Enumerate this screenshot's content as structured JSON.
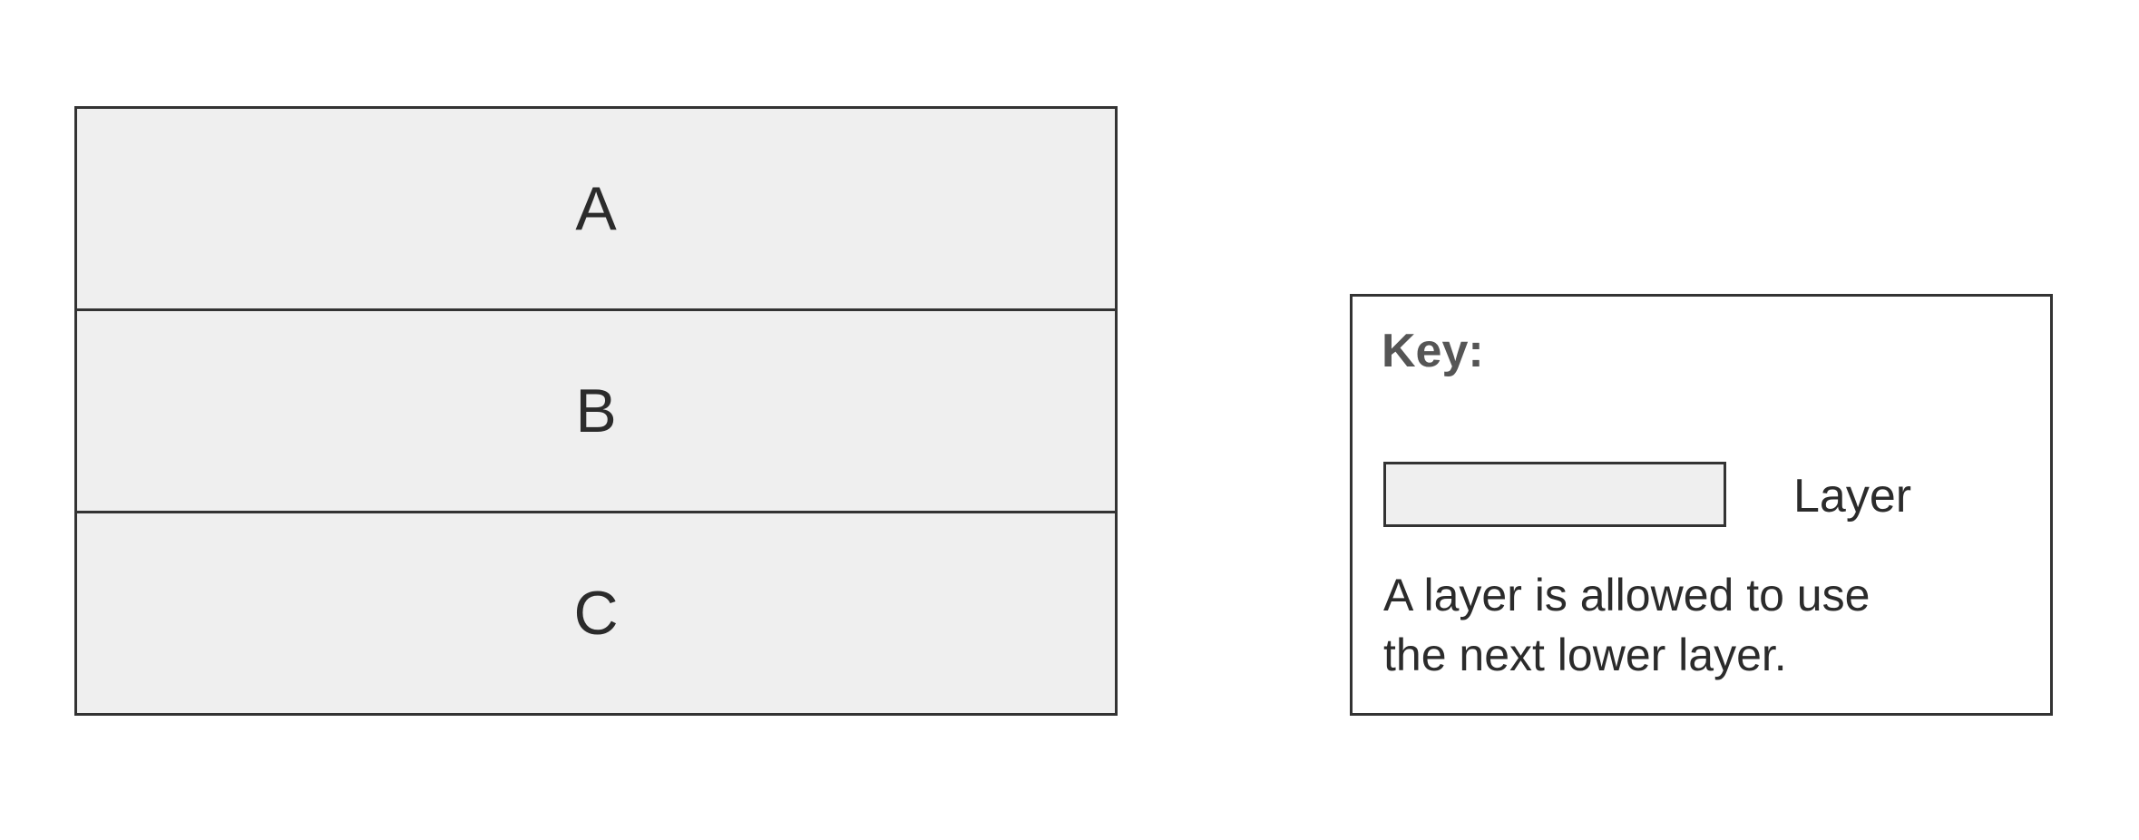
{
  "diagram": {
    "layers": [
      "A",
      "B",
      "C"
    ]
  },
  "key": {
    "title": "Key:",
    "swatch_label": "Layer",
    "description_line1": "A layer is allowed to use",
    "description_line2": "the next lower layer."
  },
  "colors": {
    "layer_fill": "#efefef",
    "border": "#333333",
    "text": "#2b2b2b",
    "key_title": "#555555"
  }
}
